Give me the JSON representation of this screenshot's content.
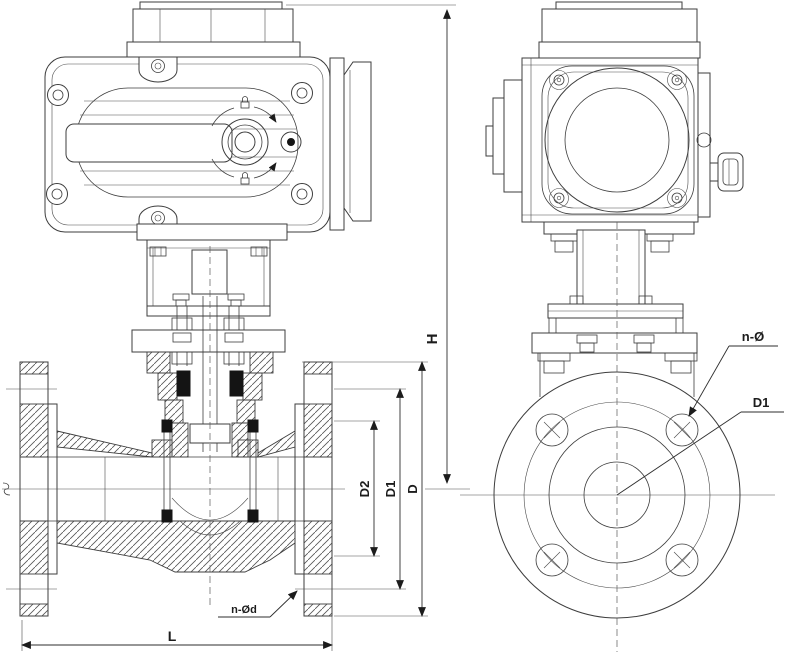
{
  "drawing": {
    "type": "valve-with-electric-actuator-technical-drawing",
    "views": {
      "front_view": "front-section-view",
      "side_view": "side-flange-view"
    },
    "labels": {
      "height": "H",
      "flange_outer_diameter": "D",
      "bolt_circle_diameter": "D1",
      "raised_face_diameter": "D2",
      "face_to_face_length": "L",
      "flange_bolt_holes_front": "n-Ød",
      "flange_bolt_holes_side": "n-Ø",
      "bolt_circle_side": "D1"
    },
    "colors": {
      "line": "#3d3d3d",
      "background": "#ffffff",
      "packing_seal": "#141414",
      "dimension_text": "#1c1c1c"
    }
  }
}
